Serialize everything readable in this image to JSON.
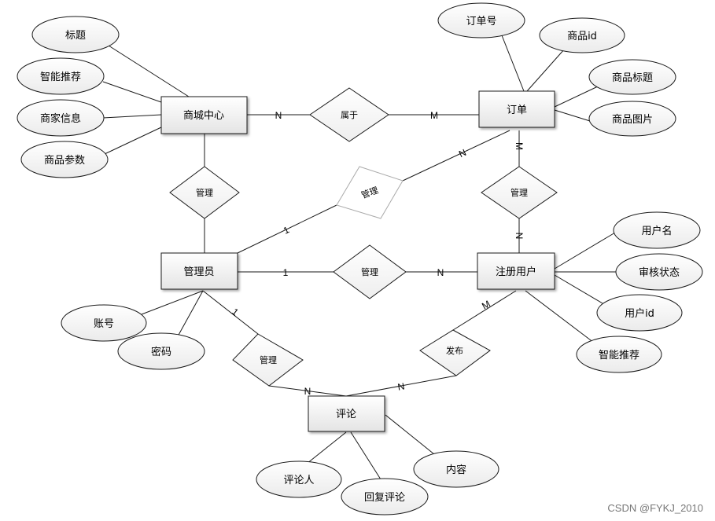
{
  "entities": {
    "mall": "商城中心",
    "order": "订单",
    "admin": "管理员",
    "user": "注册用户",
    "comment": "评论"
  },
  "attributes": {
    "mall_title": "标题",
    "mall_recommend": "智能推荐",
    "mall_merchant": "商家信息",
    "mall_params": "商品参数",
    "order_no": "订单号",
    "order_goods_id": "商品id",
    "order_goods_title": "商品标题",
    "order_goods_image": "商品图片",
    "admin_account": "账号",
    "admin_password": "密码",
    "user_name": "用户名",
    "user_status": "审核状态",
    "user_id": "用户id",
    "user_recommend": "智能推荐",
    "comment_author": "评论人",
    "comment_reply": "回复评论",
    "comment_content": "内容"
  },
  "relationships": {
    "belongs": "属于",
    "mall_admin": "管理",
    "admin_order": "管理",
    "order_user": "管理",
    "admin_user": "管理",
    "admin_comment": "管理",
    "publish": "发布"
  },
  "cardinalities": {
    "mall_belongs": "N",
    "order_belongs": "M",
    "admin_order_admin": "1",
    "admin_order_order": "N",
    "order_user_order": "M",
    "order_user_user": "N",
    "admin_user_admin": "1",
    "admin_user_user": "N",
    "admin_comment_admin": "1",
    "admin_comment_comment": "N",
    "publish_user": "M",
    "publish_comment": "N"
  },
  "watermark": "CSDN @FYKJ_2010",
  "colors": {
    "line": "#1a1a1a",
    "faded_line": "#aaaaaa",
    "entity_fill_top": "#ffffff",
    "entity_fill_bottom": "#e6e6e6"
  }
}
